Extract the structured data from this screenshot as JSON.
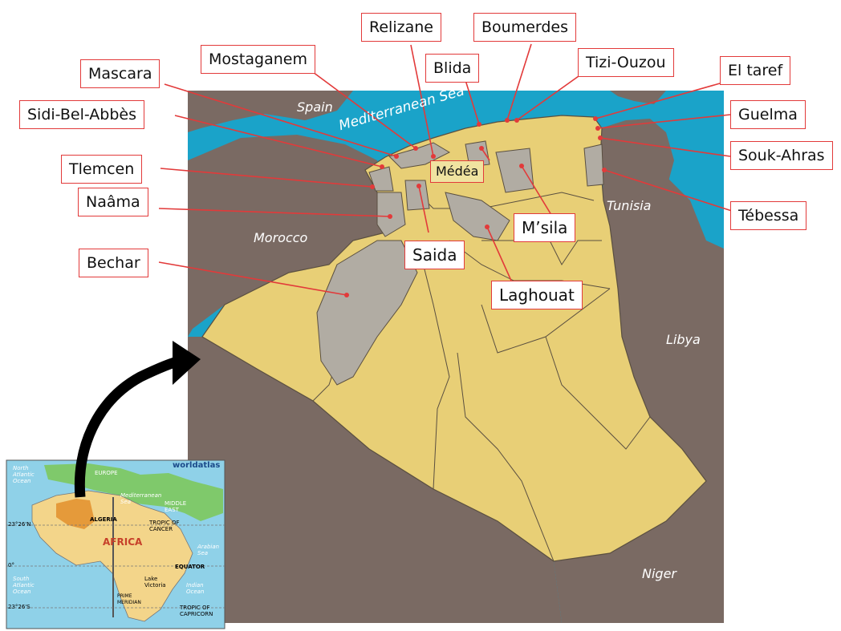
{
  "provinces": [
    "Relizane",
    "Boumerdes",
    "Mostaganem",
    "Blida",
    "Tizi-Ouzou",
    "Mascara",
    "El taref",
    "Sidi-Bel-Abbès",
    "Guelma",
    "Souk-Ahras",
    "Tlemcen",
    "Médéa",
    "Tébessa",
    "Naâma",
    "M’sila",
    "Saida",
    "Bechar",
    "Laghouat"
  ],
  "countries": [
    "Spain",
    "Mediterranean Sea",
    "Morocco",
    "Tunisia",
    "Libya",
    "Niger"
  ],
  "inset": {
    "brand": "worldatlas",
    "labels": [
      "North Atlantic Ocean",
      "EUROPE",
      "Mediterranean Sea",
      "MIDDLE EAST",
      "ALGERIA",
      "TROPIC OF CANCER",
      "AFRICA",
      "Arabian Sea",
      "EQUATOR",
      "South Atlantic Ocean",
      "Lake Victoria",
      "Indian Ocean",
      "TROPIC OF CAPRICORN",
      "PRIME MERIDIAN"
    ],
    "lat_ticks": [
      "23°26'N",
      "0°",
      "23°26'S"
    ]
  },
  "colors": {
    "sea": "#1aa3c9",
    "neighbor": "#7a6a63",
    "algeria": "#e8cf76",
    "highlighted": "#b1aca3",
    "leader": "#e23a3a",
    "box_border": "#e23a3a"
  }
}
